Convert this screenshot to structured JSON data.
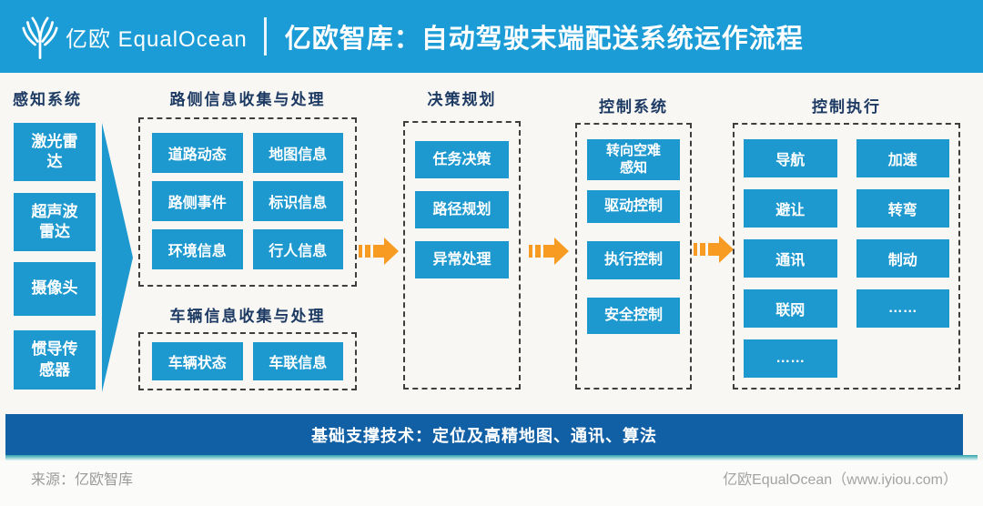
{
  "header": {
    "logo_text": "亿欧 EqualOcean",
    "title": "亿欧智库：自动驾驶末端配送系统运作流程"
  },
  "sections": {
    "perception": {
      "title": "感知系统",
      "boxes": [
        "激光雷\n达",
        "超声波\n雷达",
        "摄像头",
        "惯导传\n感器"
      ]
    },
    "roadside": {
      "title": "路侧信息收集与处理",
      "boxes": [
        "道路动态",
        "地图信息",
        "路侧事件",
        "标识信息",
        "环境信息",
        "行人信息"
      ]
    },
    "vehicle": {
      "title": "车辆信息收集与处理",
      "boxes": [
        "车辆状态",
        "车联信息"
      ]
    },
    "decision": {
      "title": "决策规划",
      "boxes": [
        "任务决策",
        "路径规划",
        "异常处理"
      ]
    },
    "control": {
      "title": "控制系统",
      "boxes": [
        "转向空难\n感知",
        "驱动控制",
        "执行控制",
        "安全控制"
      ]
    },
    "execution": {
      "title": "控制执行",
      "boxes": [
        "导航",
        "加速",
        "避让",
        "转弯",
        "通讯",
        "制动",
        "联网",
        "……",
        "……"
      ]
    }
  },
  "support_bar": {
    "text": "基础支撑技术：定位及高精地图、通讯、算法"
  },
  "footer": {
    "source": "来源：亿欧智库",
    "credit": "亿欧EqualOcean（www.iyiou.com）"
  },
  "colors": {
    "primary_blue": "#1b9cd6",
    "box_blue": "#1d99cf",
    "support_bar_blue": "#1160a5",
    "arrow_orange": "#f79b22",
    "heading_navy": "#1d3a63",
    "teal_underline": "#2fa3ab"
  }
}
